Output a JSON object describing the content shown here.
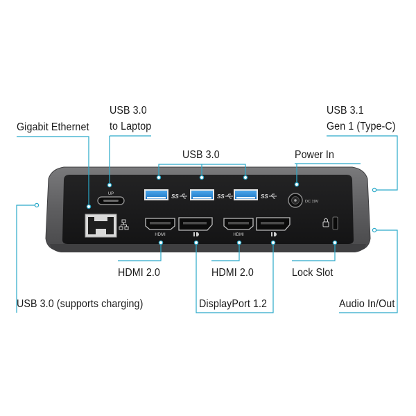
{
  "callouts": {
    "gigabit_ethernet": "Gigabit Ethernet",
    "usb30_laptop_line1": "USB 3.0",
    "usb30_laptop_line2": "to Laptop",
    "usb30_top": "USB 3.0",
    "power_in": "Power In",
    "usb31_line1": "USB 3.1",
    "usb31_line2": "Gen 1 (Type-C)",
    "hdmi_left": "HDMI 2.0",
    "hdmi_right": "HDMI 2.0",
    "lock_slot": "Lock Slot",
    "usb30_charging": "USB 3.0 (supports charging)",
    "displayport": "DisplayPort 1.2",
    "audio": "Audio In/Out"
  },
  "port_markings": {
    "up": "UP",
    "hdmi_left": "HDMI",
    "hdmi_right": "HDMI",
    "dc": "DC 19V",
    "ss": "SS"
  },
  "colors": {
    "leader_line": "#2aa9c9",
    "housing": "#5c5c5e",
    "panel": "#1c1c1d",
    "usb_blue": "#2f8fd8"
  }
}
